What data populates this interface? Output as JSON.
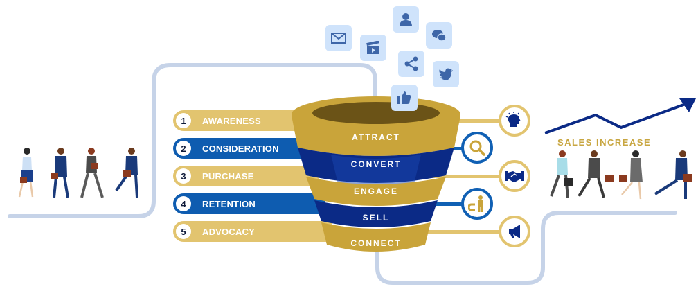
{
  "stages": [
    {
      "num": "1",
      "label": "AWARENESS",
      "color": "gold"
    },
    {
      "num": "2",
      "label": "CONSIDERATION",
      "color": "blue"
    },
    {
      "num": "3",
      "label": "PURCHASE",
      "color": "gold"
    },
    {
      "num": "4",
      "label": "RETENTION",
      "color": "blue"
    },
    {
      "num": "5",
      "label": "ADVOCACY",
      "color": "gold"
    }
  ],
  "funnel": {
    "layers": [
      "ATTRACT",
      "CONVERT",
      "ENGAGE",
      "SELL",
      "CONNECT"
    ]
  },
  "social_icons": [
    "email-icon",
    "video-clapper-icon",
    "user-icon",
    "chat-icon",
    "share-icon",
    "twitter-icon",
    "thumbs-up-icon"
  ],
  "outcome_icons": [
    "lightbulb-head-icon",
    "magnifier-icon",
    "handshake-icon",
    "magnet-person-icon",
    "megaphone-icon"
  ],
  "sales": {
    "title": "SALES INCREASE"
  },
  "colors": {
    "gold": "#e2c46f",
    "funnel_gold": "#c9a43a",
    "blue": "#0e5cb0",
    "navy": "#0b2a86",
    "path": "#c6d3e8",
    "social_bg": "#cfe3fb",
    "social_fg": "#3e66a8"
  }
}
